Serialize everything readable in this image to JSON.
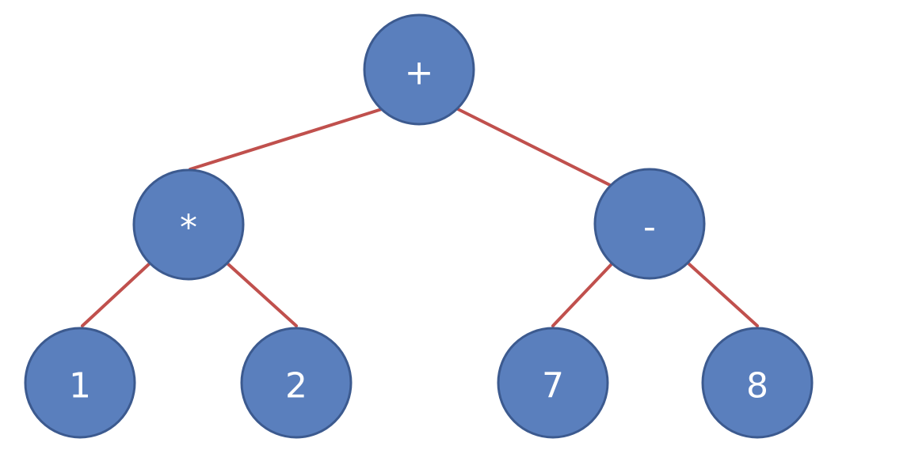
{
  "tree": {
    "nodes": [
      {
        "id": "root",
        "label": "+",
        "color": "#5a7fbd"
      },
      {
        "id": "mul",
        "label": "*",
        "color": "#5a7fbd"
      },
      {
        "id": "sub",
        "label": "-",
        "color": "#5a7fbd"
      },
      {
        "id": "n1",
        "label": "1",
        "color": "#5a7fbd"
      },
      {
        "id": "n2",
        "label": "2",
        "color": "#5a7fbd"
      },
      {
        "id": "n7",
        "label": "7",
        "color": "#5a7fbd"
      },
      {
        "id": "n8",
        "label": "8",
        "color": "#5a7fbd"
      }
    ],
    "edges": [
      {
        "from": "root",
        "to": "mul"
      },
      {
        "from": "root",
        "to": "sub"
      },
      {
        "from": "mul",
        "to": "n1"
      },
      {
        "from": "mul",
        "to": "n2"
      },
      {
        "from": "sub",
        "to": "n7"
      },
      {
        "from": "sub",
        "to": "n8"
      }
    ],
    "edge_color": "#c0504d",
    "node_border_color": "#3c5a8f",
    "label_color": "#ffffff"
  }
}
